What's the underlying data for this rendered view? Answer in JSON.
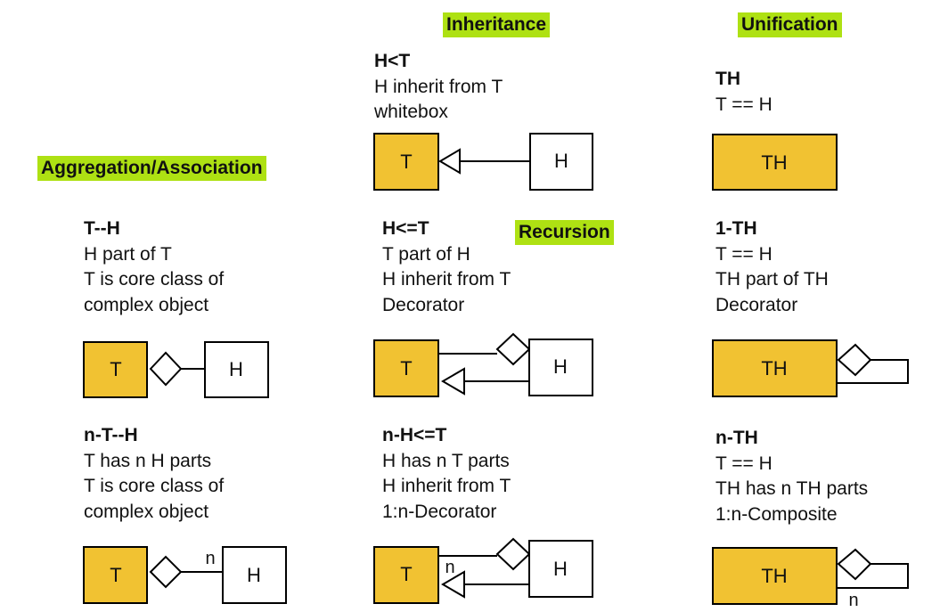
{
  "colors": {
    "box_fill": "#f1c232",
    "header_bg": "#aee113",
    "line": "#000000"
  },
  "headers": {
    "inheritance": "Inheritance",
    "unification": "Unification",
    "aggregation": "Aggregation/Association",
    "recursion": "Recursion"
  },
  "blocks": {
    "h_lt_t": {
      "title": "H<T",
      "lines": [
        "H inherit from T",
        "whitebox"
      ]
    },
    "th": {
      "title": "TH",
      "lines": [
        "T == H"
      ]
    },
    "t_h": {
      "title": "T--H",
      "lines": [
        "H part of T",
        "T is core class of",
        "complex object"
      ]
    },
    "h_le_t": {
      "title": "H<=T",
      "lines": [
        "T part of H",
        "H inherit from T",
        "Decorator"
      ]
    },
    "one_th": {
      "title": "1-TH",
      "lines": [
        "T == H",
        "TH part of TH",
        "Decorator"
      ]
    },
    "n_t_h": {
      "title": "n-T--H",
      "lines": [
        "T has n H parts",
        "T is core class of",
        "complex object"
      ]
    },
    "n_h_le_t": {
      "title": "n-H<=T",
      "lines": [
        "H has n T parts",
        "H inherit from T",
        "1:n-Decorator"
      ]
    },
    "n_th": {
      "title": "n-TH",
      "lines": [
        "T == H",
        "TH has n TH parts",
        "1:n-Composite"
      ]
    }
  },
  "boxes": {
    "t": "T",
    "h": "H",
    "th": "TH"
  },
  "multiplicity": "n"
}
